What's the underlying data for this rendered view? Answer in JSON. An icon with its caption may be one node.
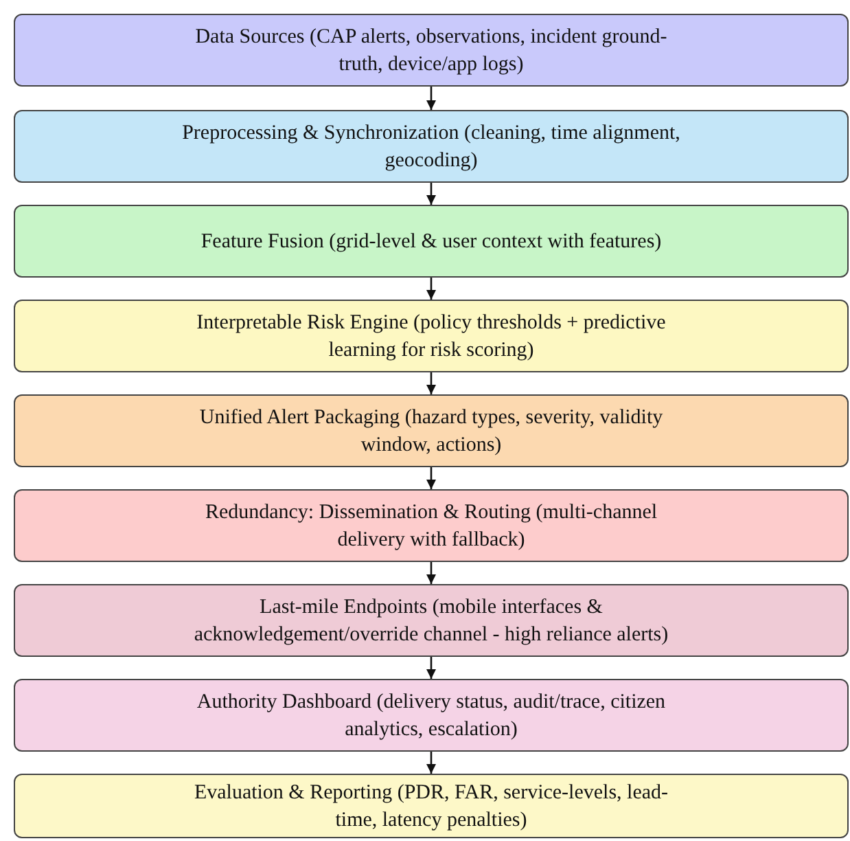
{
  "diagram": {
    "nodes": [
      {
        "text": [
          "Data Sources (CAP alerts, observations, incident ground-truth, device/app logs)"
        ]
      },
      {
        "text": [
          "Preprocessing & Synchronization (cleaning, time alignment, geocoding)"
        ]
      },
      {
        "text": [
          "Feature Fusion (grid-level & user context with features)"
        ]
      },
      {
        "text": [
          "Interpretable Risk Engine (policy thresholds + predictive learning for risk scoring)"
        ]
      },
      {
        "text": [
          "Unified Alert Packaging (hazard types, severity, validity window, actions)"
        ]
      },
      {
        "text": [
          "Redundancy: Dissemination & Routing (multi-channel delivery with fallback)"
        ]
      },
      {
        "text": [
          "Last-mile Endpoints (mobile interfaces & acknowledgement/override channel - high reliance alerts)"
        ]
      },
      {
        "text": [
          "Authority Dashboard (delivery status, audit/trace, citizen analytics, escalation)"
        ]
      },
      {
        "text": [
          "Evaluation & Reporting (PDR, FAR, service-levels, lead-time, latency penalties)"
        ]
      }
    ],
    "edges": [
      {
        "from": 0,
        "to": 1,
        "arrow": "to"
      },
      {
        "from": 1,
        "to": 2,
        "arrow": "to"
      },
      {
        "from": 2,
        "to": 3,
        "arrow": "to"
      },
      {
        "from": 3,
        "to": 4,
        "arrow": "to"
      },
      {
        "from": 4,
        "to": 5,
        "arrow": "to"
      },
      {
        "from": 5,
        "to": 6,
        "arrow": "to"
      },
      {
        "from": 6,
        "to": 7,
        "arrow": "to"
      },
      {
        "from": 7,
        "to": 8,
        "arrow": "to"
      }
    ]
  }
}
